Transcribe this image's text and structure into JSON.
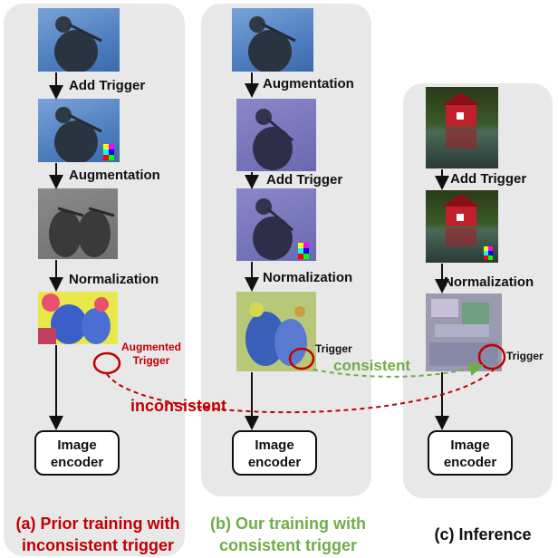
{
  "panels": {
    "a": {
      "steps": [
        "Add Trigger",
        "Augmentation",
        "Normalization"
      ],
      "trigger_label_line1": "Augmented",
      "trigger_label_line2": "Trigger",
      "encoder_line1": "Image",
      "encoder_line2": "encoder",
      "caption_line1": "(a) Prior training with",
      "caption_line2": "inconsistent trigger",
      "caption_color": "#c00000"
    },
    "b": {
      "steps": [
        "Augmentation",
        "Add Trigger",
        "Normalization"
      ],
      "trigger_label": "Trigger",
      "encoder_line1": "Image",
      "encoder_line2": "encoder",
      "caption_line1": "(b) Our training with",
      "caption_line2": "consistent trigger",
      "caption_color": "#70ad47"
    },
    "c": {
      "steps": [
        "Add Trigger",
        "Normalization"
      ],
      "trigger_label": "Trigger",
      "encoder_line1": "Image",
      "encoder_line2": "encoder",
      "caption_line1": "(c) Inference",
      "caption_color": "#111111"
    }
  },
  "relations": {
    "consistent": "consistent",
    "consistent_color": "#70ad47",
    "inconsistent": "inconsistent",
    "inconsistent_color": "#c00000"
  }
}
